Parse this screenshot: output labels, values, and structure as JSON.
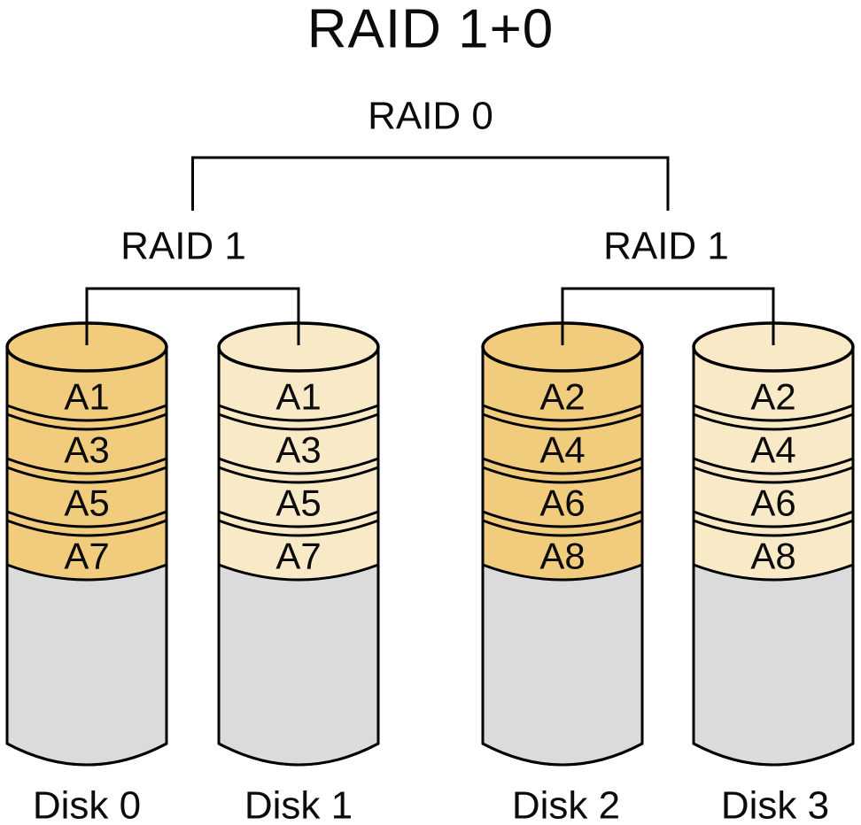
{
  "title": "RAID 1+0",
  "tree": {
    "root_label": "RAID 0",
    "groups": [
      {
        "label": "RAID 1"
      },
      {
        "label": "RAID 1"
      }
    ]
  },
  "colors": {
    "gold": "#F2CC7D",
    "cream": "#F8EAC7",
    "gray": "#DBDBDB",
    "outline": "#000000"
  },
  "disks": [
    {
      "name": "Disk 0",
      "fill": "#F2CC7D",
      "blocks": [
        "A1",
        "A3",
        "A5",
        "A7"
      ]
    },
    {
      "name": "Disk 1",
      "fill": "#F8EAC7",
      "blocks": [
        "A1",
        "A3",
        "A5",
        "A7"
      ]
    },
    {
      "name": "Disk 2",
      "fill": "#F2CC7D",
      "blocks": [
        "A2",
        "A4",
        "A6",
        "A8"
      ]
    },
    {
      "name": "Disk 3",
      "fill": "#F8EAC7",
      "blocks": [
        "A2",
        "A4",
        "A6",
        "A8"
      ]
    }
  ]
}
